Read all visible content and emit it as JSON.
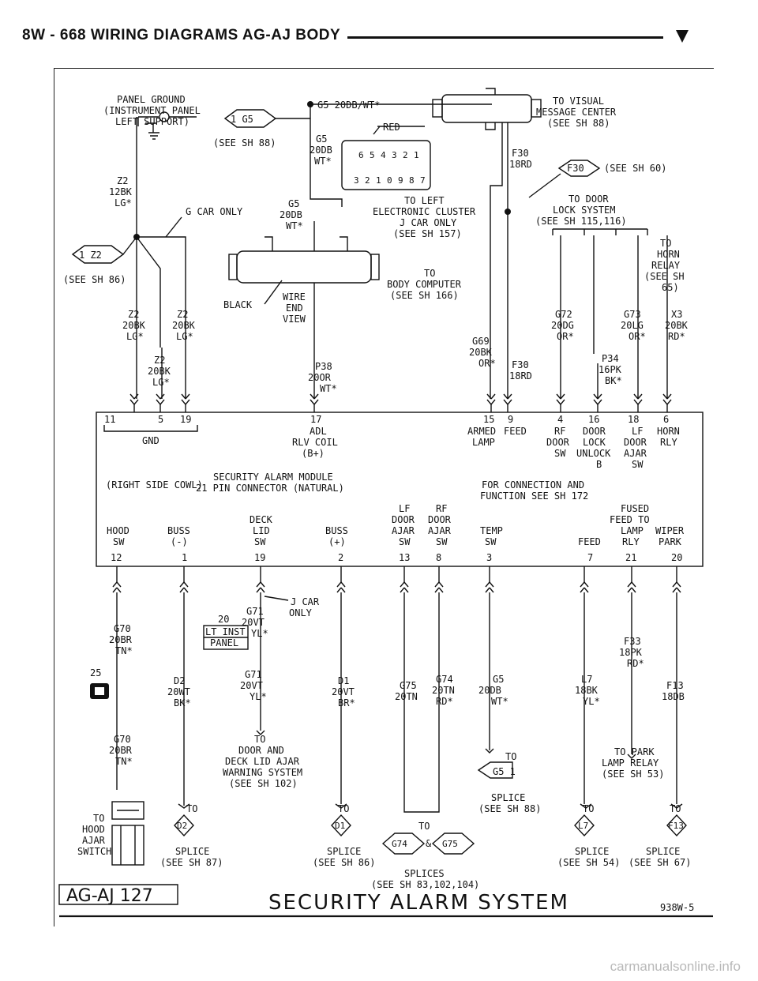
{
  "header": {
    "title": "8W - 668   WIRING DIAGRAMS AG-AJ BODY"
  },
  "diagram": {
    "panel_ground": [
      "PANEL GROUND",
      "(INSTRUMENT PANEL",
      "LEFT SUPPORT)"
    ],
    "g5_ref": "1 G5",
    "g5_top_wire": "G5 20DB/WT*",
    "see_sh_88": "(SEE SH 88)",
    "red": "RED",
    "to_visual": [
      "TO VISUAL",
      "MESSAGE CENTER",
      "(SEE SH 88)"
    ],
    "g5_20db_wt": [
      "G5",
      "20DB",
      "WT*"
    ],
    "msg_pins_top": [
      "6",
      "5",
      "4",
      "3",
      "2",
      "1"
    ],
    "msg_pins_bottom": [
      "3",
      "2",
      "1",
      "0",
      "9",
      "8",
      "7"
    ],
    "f30_18rd": [
      "F30",
      "18RD"
    ],
    "f30_ref": "F30",
    "see_sh_60": "(SEE SH 60)",
    "z2_12bk": [
      "Z2",
      "12BK",
      "LG*"
    ],
    "g_car_only": "G CAR ONLY",
    "g5_20db_wt_2": [
      "G5",
      "20DB",
      "WT*"
    ],
    "to_left_cluster": [
      "TO LEFT",
      "ELECTRONIC CLUSTER",
      "J CAR ONLY",
      "(SEE SH 157)"
    ],
    "to_door_lock": [
      "TO DOOR",
      "LOCK SYSTEM",
      "(SEE SH 115,116)"
    ],
    "z2_ref": "1 Z2",
    "see_sh_86": "(SEE SH 86)",
    "to_body_computer": [
      "TO",
      "BODY COMPUTER",
      "(SEE SH 166)"
    ],
    "to_horn_relay": [
      "TO",
      "HORN",
      "RELAY",
      "(SEE SH",
      "65)"
    ],
    "black": "BLACK",
    "wire_end_view": [
      "WIRE",
      "END",
      "VIEW"
    ],
    "z2_20bk_left": [
      "Z2",
      "20BK",
      "LG*"
    ],
    "z2_20bk_mid": [
      "Z2",
      "20BK",
      "LG*"
    ],
    "z2_20bk_low": [
      "Z2",
      "20BK",
      "LG*"
    ],
    "g69": [
      "G69",
      "20BK",
      "OR*"
    ],
    "f30_18rd_b": [
      "F30",
      "18RD"
    ],
    "g72": [
      "G72",
      "20DG",
      "OR*"
    ],
    "p34": [
      "P34",
      "16PK",
      "BK*"
    ],
    "g73": [
      "G73",
      "20LG",
      "OR*"
    ],
    "x3": [
      "X3",
      "20BK",
      "RD*"
    ],
    "p38": [
      "P38",
      "20OR",
      "WT*"
    ],
    "module_top_pins": [
      "11",
      "5",
      "19",
      "17",
      "15",
      "9",
      "4",
      "16",
      "18",
      "6"
    ],
    "gnd": "GND",
    "adl_rlv": [
      "ADL",
      "RLV COIL",
      "(B+)"
    ],
    "armed_lamp": [
      "ARMED",
      "LAMP"
    ],
    "feed": "FEED",
    "rf_door_sw": [
      "RF",
      "DOOR",
      "SW"
    ],
    "door_lock_unlock": [
      "DOOR",
      "LOCK",
      "UNLOCK",
      "B"
    ],
    "lf_door_ajar": [
      "LF",
      "DOOR",
      "AJAR",
      "SW"
    ],
    "horn_rly": [
      "HORN",
      "RLY"
    ],
    "module_name": [
      "SECURITY ALARM MODULE",
      "21 PIN CONNECTOR (NATURAL)"
    ],
    "right_side_cowl": "(RIGHT SIDE COWL)",
    "for_connection": [
      "FOR CONNECTION AND",
      "FUNCTION SEE SH 172"
    ],
    "hood_sw": [
      "HOOD",
      "SW"
    ],
    "buss_minus": [
      "BUSS",
      "(-)"
    ],
    "deck_lid_sw": [
      "DECK",
      "LID",
      "SW"
    ],
    "buss_plus": [
      "BUSS",
      "(+)"
    ],
    "lf_door_ajar_sw": [
      "LF",
      "DOOR",
      "AJAR",
      "SW"
    ],
    "rf_door_ajar_sw": [
      "RF",
      "DOOR",
      "AJAR",
      "SW"
    ],
    "temp_sw": [
      "TEMP",
      "SW"
    ],
    "feed_b": "FEED",
    "fused_feed": [
      "FUSED",
      "FEED TO",
      "LAMP",
      "RLY"
    ],
    "wiper_park": [
      "WIPER",
      "PARK"
    ],
    "module_bottom_pins": [
      "12",
      "1",
      "19",
      "2",
      "13",
      "8",
      "3",
      "7",
      "21",
      "20"
    ],
    "j_car_only": [
      "J CAR",
      "ONLY"
    ],
    "g71_20vt": [
      "G71",
      "20VT",
      "YL*"
    ],
    "twenty": "20",
    "lt_inst_panel": [
      "LT INST",
      "PANEL"
    ],
    "g70_a": [
      "G70",
      "20BR",
      "TN*"
    ],
    "twenty_five": "25",
    "d2_20wt": [
      "D2",
      "20WT",
      "BK*"
    ],
    "g71_b": [
      "G71",
      "20VT",
      "YL*"
    ],
    "d1_20vt": [
      "D1",
      "20VT",
      "BR*"
    ],
    "g75": [
      "G75",
      "20TN"
    ],
    "g74": [
      "G74",
      "20TN",
      "RD*"
    ],
    "g5_20db_b": [
      "G5",
      "20DB",
      "WT*"
    ],
    "l7_18bk": [
      "L7",
      "18BK",
      "YL*"
    ],
    "f33_18pk": [
      "F33",
      "18PK",
      "RD*"
    ],
    "f13_18db": [
      "F13",
      "18DB"
    ],
    "g70_b": [
      "G70",
      "20BR",
      "TN*"
    ],
    "to_door_deck": [
      "TO",
      "DOOR AND",
      "DECK LID AJAR",
      "WARNING SYSTEM",
      "(SEE SH 102)"
    ],
    "to_park_lamp": [
      "TO PARK",
      "LAMP RELAY",
      "(SEE SH 53)"
    ],
    "to": "TO",
    "g5_splice_ref": "G5 1",
    "splice_sh88": [
      "SPLICE",
      "(SEE SH 88)"
    ],
    "to_hood_ajar": [
      "TO",
      "HOOD",
      "AJAR",
      "SWITCH"
    ],
    "d2_ref": "D2",
    "d1_ref": "D1",
    "g74_ref": "G74",
    "amp": "&",
    "g75_ref": "G75",
    "l7_ref": "L7",
    "f13_ref": "F13",
    "splice_sh87": [
      "SPLICE",
      "(SEE SH 87)"
    ],
    "splice_sh86": [
      "SPLICE",
      "(SEE SH 86)"
    ],
    "splices": [
      "SPLICES",
      "(SEE SH 83,102,104)"
    ],
    "splice_sh54": [
      "SPLICE",
      "(SEE SH 54)"
    ],
    "splice_sh67": [
      "SPLICE",
      "(SEE SH 67)"
    ],
    "page_code": "AG-AJ 127",
    "system_title": "SECURITY ALARM SYSTEM",
    "fig_code": "938W-5"
  },
  "watermark": "carmanualsonline.info"
}
